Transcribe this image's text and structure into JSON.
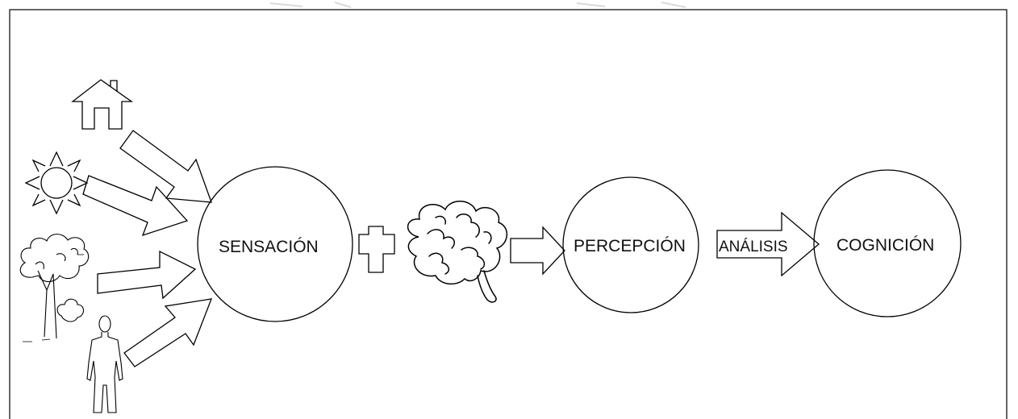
{
  "labels": {
    "sensacion": "SENSACIÓN",
    "percepcion": "PERCEPCIÓN",
    "analisis": "ANÁLISIS",
    "cognicion": "COGNICIÓN"
  },
  "icons": [
    "house-icon",
    "sun-icon",
    "tree-icon",
    "human-figure-icon",
    "plus-icon",
    "brain-icon"
  ],
  "colors": {
    "stroke": "#000000",
    "background": "#ffffff"
  }
}
